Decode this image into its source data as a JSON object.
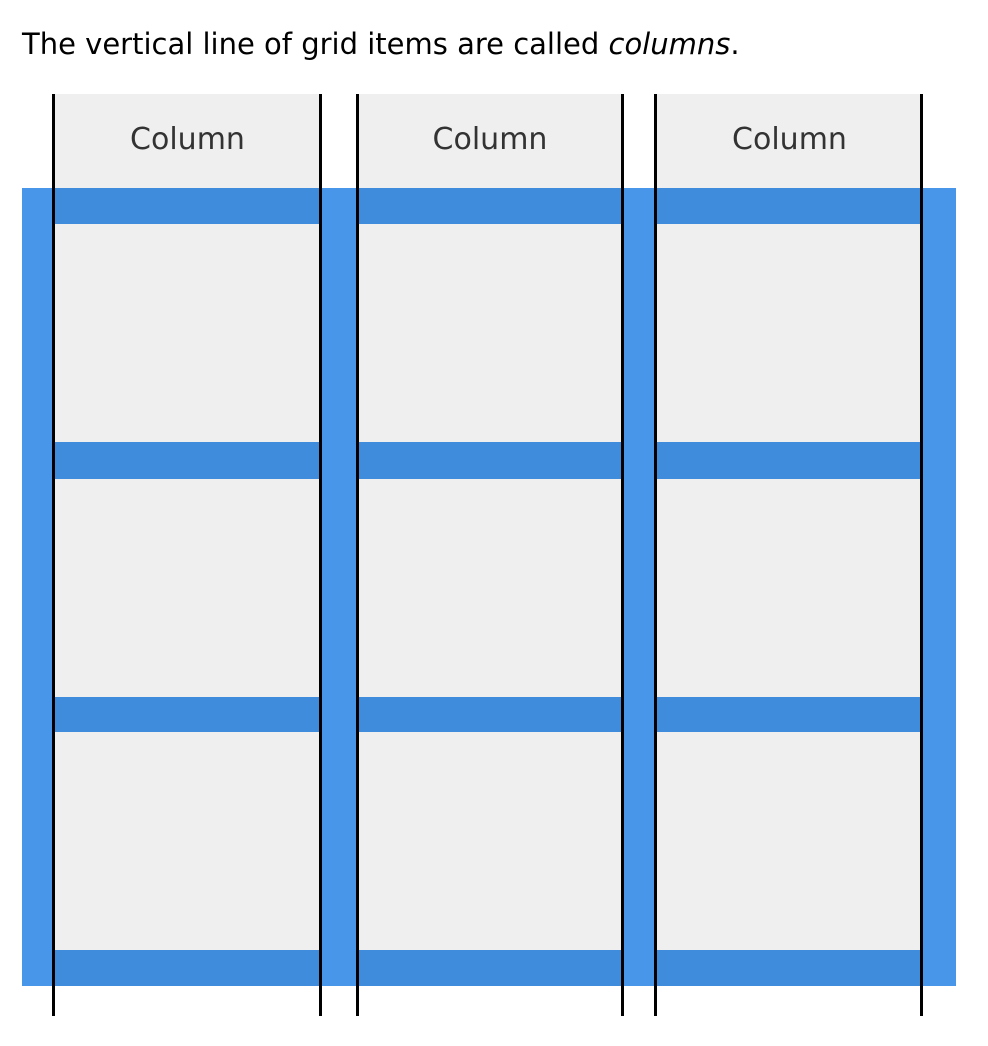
{
  "caption": {
    "before": "The vertical line of grid items are called ",
    "emphasis": "columns",
    "after": "."
  },
  "columns": [
    {
      "label": "Column"
    },
    {
      "label": "Column"
    },
    {
      "label": "Column"
    }
  ],
  "colors": {
    "gap": "#4796ea",
    "row_gap": "#3f8bdc",
    "cell": "#efefef",
    "line": "#000000",
    "label": "#333333"
  }
}
